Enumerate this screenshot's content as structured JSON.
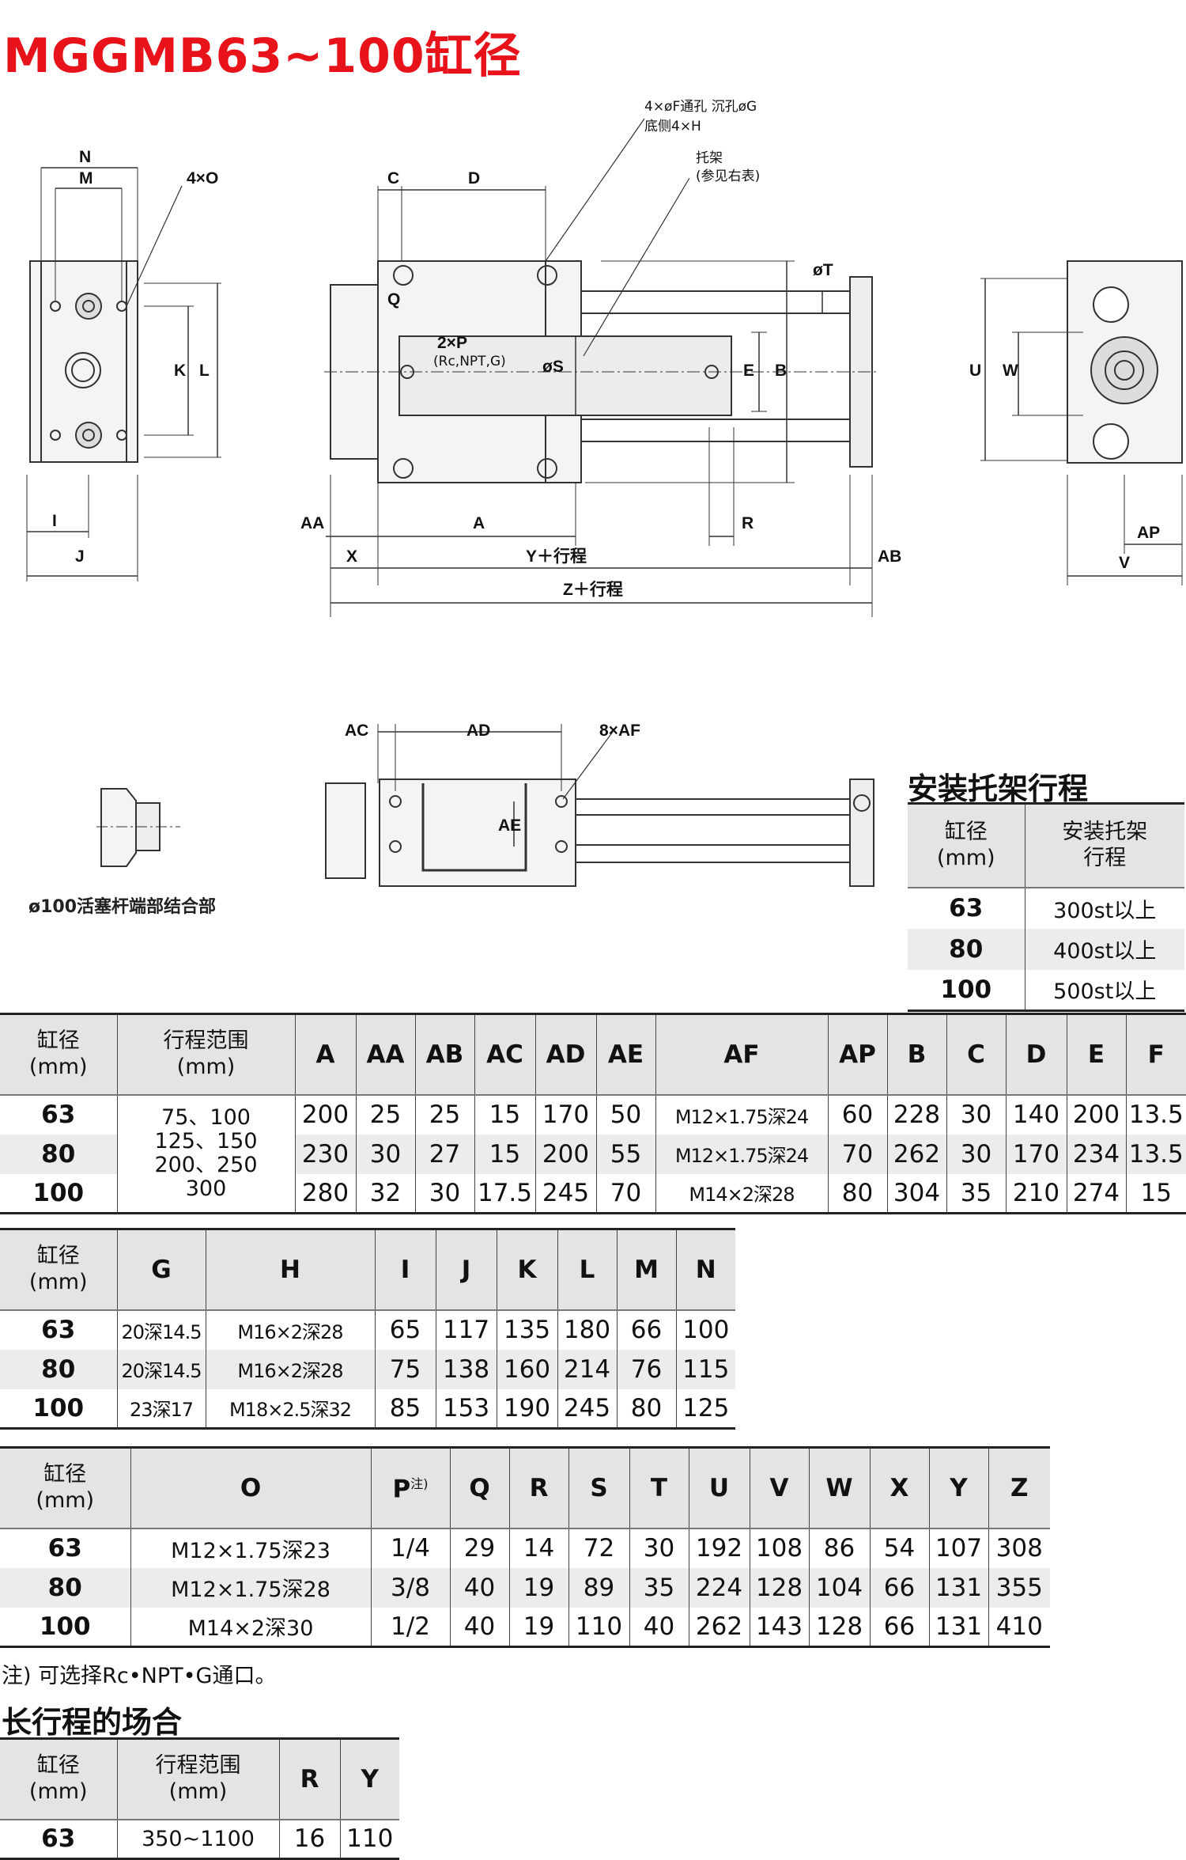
{
  "title": "MGGMB63~100缸径",
  "drawing": {
    "labels": {
      "N": "N",
      "M": "M",
      "O": "4×O",
      "K": "K",
      "L": "L",
      "I": "I",
      "J": "J",
      "C": "C",
      "D": "D",
      "Q": "Q",
      "P": "2×P",
      "P_sub": "(Rc,NPT,G)",
      "S": "øS",
      "E": "E",
      "B": "B",
      "T": "øT",
      "AA": "AA",
      "A": "A",
      "R": "R",
      "X": "X",
      "Y": "Y＋行程",
      "Z": "Z＋行程",
      "AB": "AB",
      "U": "U",
      "W": "W",
      "AP": "AP",
      "V": "V",
      "AC": "AC",
      "AD": "AD",
      "AF": "8×AF",
      "AE": "AE"
    },
    "callout1": "4×øF通孔 沉孔øG",
    "callout2": "底侧4×H",
    "callout3": "托架",
    "callout4": "(参见右表)",
    "caption": "ø100活塞杆端部结合部"
  },
  "bracket_table": {
    "title": "安装托架行程",
    "headers": [
      "缸径\n(mm)",
      "安装托架\n行程"
    ],
    "rows": [
      [
        "63",
        "300st以上"
      ],
      [
        "80",
        "400st以上"
      ],
      [
        "100",
        "500st以上"
      ]
    ]
  },
  "table1": {
    "headers": [
      "缸径\n(mm)",
      "行程范围\n(mm)",
      "A",
      "AA",
      "AB",
      "AC",
      "AD",
      "AE",
      "AF",
      "AP",
      "B",
      "C",
      "D",
      "E",
      "F"
    ],
    "stroke_range": [
      "75、100",
      "125、150",
      "200、250",
      "300"
    ],
    "rows": [
      [
        "63",
        "200",
        "25",
        "25",
        "15",
        "170",
        "50",
        "M12×1.75深24",
        "60",
        "228",
        "30",
        "140",
        "200",
        "13.5"
      ],
      [
        "80",
        "230",
        "30",
        "27",
        "15",
        "200",
        "55",
        "M12×1.75深24",
        "70",
        "262",
        "30",
        "170",
        "234",
        "13.5"
      ],
      [
        "100",
        "280",
        "32",
        "30",
        "17.5",
        "245",
        "70",
        "M14×2深28",
        "80",
        "304",
        "35",
        "210",
        "274",
        "15"
      ]
    ]
  },
  "table2": {
    "headers": [
      "缸径\n(mm)",
      "G",
      "H",
      "I",
      "J",
      "K",
      "L",
      "M",
      "N"
    ],
    "rows": [
      [
        "63",
        "20深14.5",
        "M16×2深28",
        "65",
        "117",
        "135",
        "180",
        "66",
        "100"
      ],
      [
        "80",
        "20深14.5",
        "M16×2深28",
        "75",
        "138",
        "160",
        "214",
        "76",
        "115"
      ],
      [
        "100",
        "23深17",
        "M18×2.5深32",
        "85",
        "153",
        "190",
        "245",
        "80",
        "125"
      ]
    ]
  },
  "table3": {
    "headers": [
      "缸径\n(mm)",
      "O",
      "P",
      "Q",
      "R",
      "S",
      "T",
      "U",
      "V",
      "W",
      "X",
      "Y",
      "Z"
    ],
    "p_note": "注)",
    "rows": [
      [
        "63",
        "M12×1.75深23",
        "1/4",
        "29",
        "14",
        "72",
        "30",
        "192",
        "108",
        "86",
        "54",
        "107",
        "308"
      ],
      [
        "80",
        "M12×1.75深28",
        "3/8",
        "40",
        "19",
        "89",
        "35",
        "224",
        "128",
        "104",
        "66",
        "131",
        "355"
      ],
      [
        "100",
        "M14×2深30",
        "1/2",
        "40",
        "19",
        "110",
        "40",
        "262",
        "143",
        "128",
        "66",
        "131",
        "410"
      ]
    ]
  },
  "note": "注) 可选择Rc•NPT•G通口。",
  "long_stroke": {
    "title": "长行程的场合",
    "headers": [
      "缸径\n(mm)",
      "行程范围\n(mm)",
      "R",
      "Y"
    ],
    "rows": [
      [
        "63",
        "350~1100",
        "16",
        "110"
      ]
    ]
  },
  "colors": {
    "title": "#e8121b",
    "header_bg": "#e4e4e4",
    "alt_row": "#ececec"
  }
}
